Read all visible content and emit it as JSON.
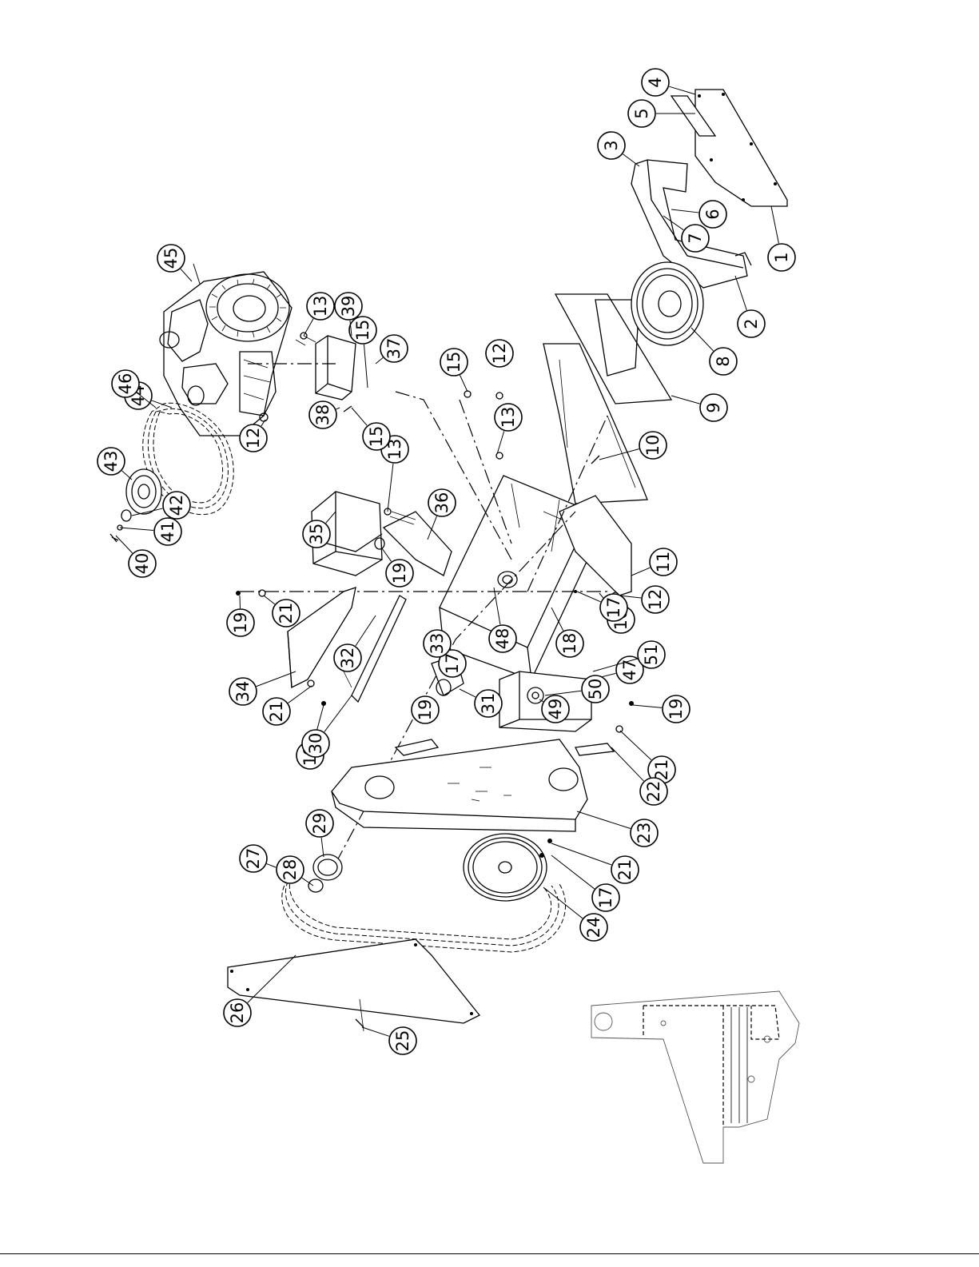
{
  "drawing": {
    "type": "exploded parts view",
    "orientation": "rotated 90 degrees",
    "callouts": [
      {
        "label": "1"
      },
      {
        "label": "2"
      },
      {
        "label": "3"
      },
      {
        "label": "4"
      },
      {
        "label": "5"
      },
      {
        "label": "6"
      },
      {
        "label": "7"
      },
      {
        "label": "8"
      },
      {
        "label": "9"
      },
      {
        "label": "10"
      },
      {
        "label": "11"
      },
      {
        "label": "12"
      },
      {
        "label": "12"
      },
      {
        "label": "12"
      },
      {
        "label": "13"
      },
      {
        "label": "13"
      },
      {
        "label": "13"
      },
      {
        "label": "15"
      },
      {
        "label": "15"
      },
      {
        "label": "15"
      },
      {
        "label": "16"
      },
      {
        "label": "17"
      },
      {
        "label": "17"
      },
      {
        "label": "17"
      },
      {
        "label": "18"
      },
      {
        "label": "19"
      },
      {
        "label": "19"
      },
      {
        "label": "19"
      },
      {
        "label": "19"
      },
      {
        "label": "19"
      },
      {
        "label": "21"
      },
      {
        "label": "21"
      },
      {
        "label": "21"
      },
      {
        "label": "21"
      },
      {
        "label": "22"
      },
      {
        "label": "23"
      },
      {
        "label": "24"
      },
      {
        "label": "25"
      },
      {
        "label": "26"
      },
      {
        "label": "27"
      },
      {
        "label": "28"
      },
      {
        "label": "29"
      },
      {
        "label": "30"
      },
      {
        "label": "31"
      },
      {
        "label": "32"
      },
      {
        "label": "33"
      },
      {
        "label": "34"
      },
      {
        "label": "35"
      },
      {
        "label": "36"
      },
      {
        "label": "37"
      },
      {
        "label": "38"
      },
      {
        "label": "39"
      },
      {
        "label": "40"
      },
      {
        "label": "41"
      },
      {
        "label": "42"
      },
      {
        "label": "43"
      },
      {
        "label": "44"
      },
      {
        "label": "45"
      },
      {
        "label": "46"
      },
      {
        "label": "47"
      },
      {
        "label": "48"
      },
      {
        "label": "49"
      },
      {
        "label": "50"
      },
      {
        "label": "51"
      }
    ]
  }
}
